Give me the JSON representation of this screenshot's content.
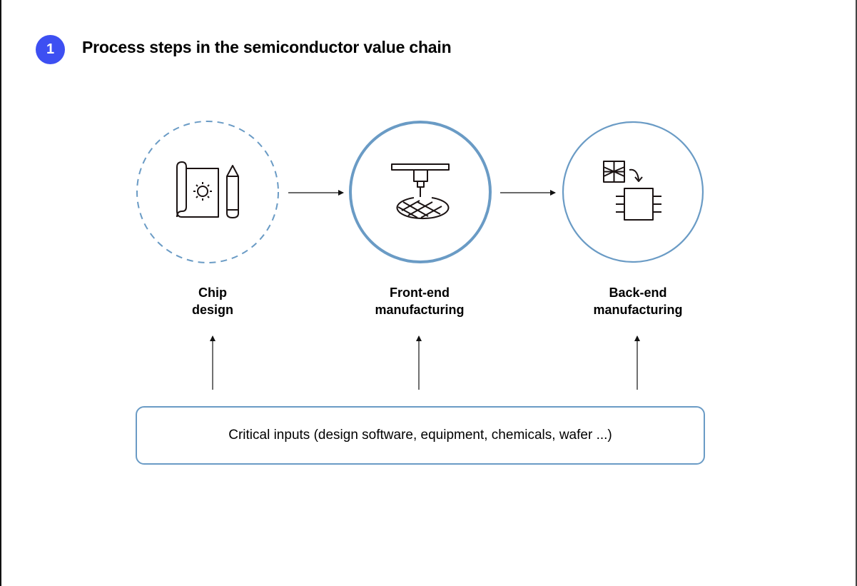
{
  "header": {
    "step_number": "1",
    "title": "Process steps in the semiconductor value chain"
  },
  "colors": {
    "badge": "#3d4ff2",
    "circle_stroke": "#6a9bc5",
    "icon_stroke": "#1a1212"
  },
  "steps": [
    {
      "id": "chip-design",
      "icon": "blueprint-pencil-icon",
      "circle_style": "dashed",
      "label_line1": "Chip",
      "label_line2": "design"
    },
    {
      "id": "front-end-manufacturing",
      "icon": "wafer-lithography-icon",
      "circle_style": "solid-thick",
      "label_line1": "Front-end",
      "label_line2": "manufacturing"
    },
    {
      "id": "back-end-manufacturing",
      "icon": "chip-packaging-icon",
      "circle_style": "solid",
      "label_line1": "Back-end",
      "label_line2": "manufacturing"
    }
  ],
  "inputs": {
    "label": "Critical inputs (design software, equipment, chemicals, wafer ...)"
  }
}
